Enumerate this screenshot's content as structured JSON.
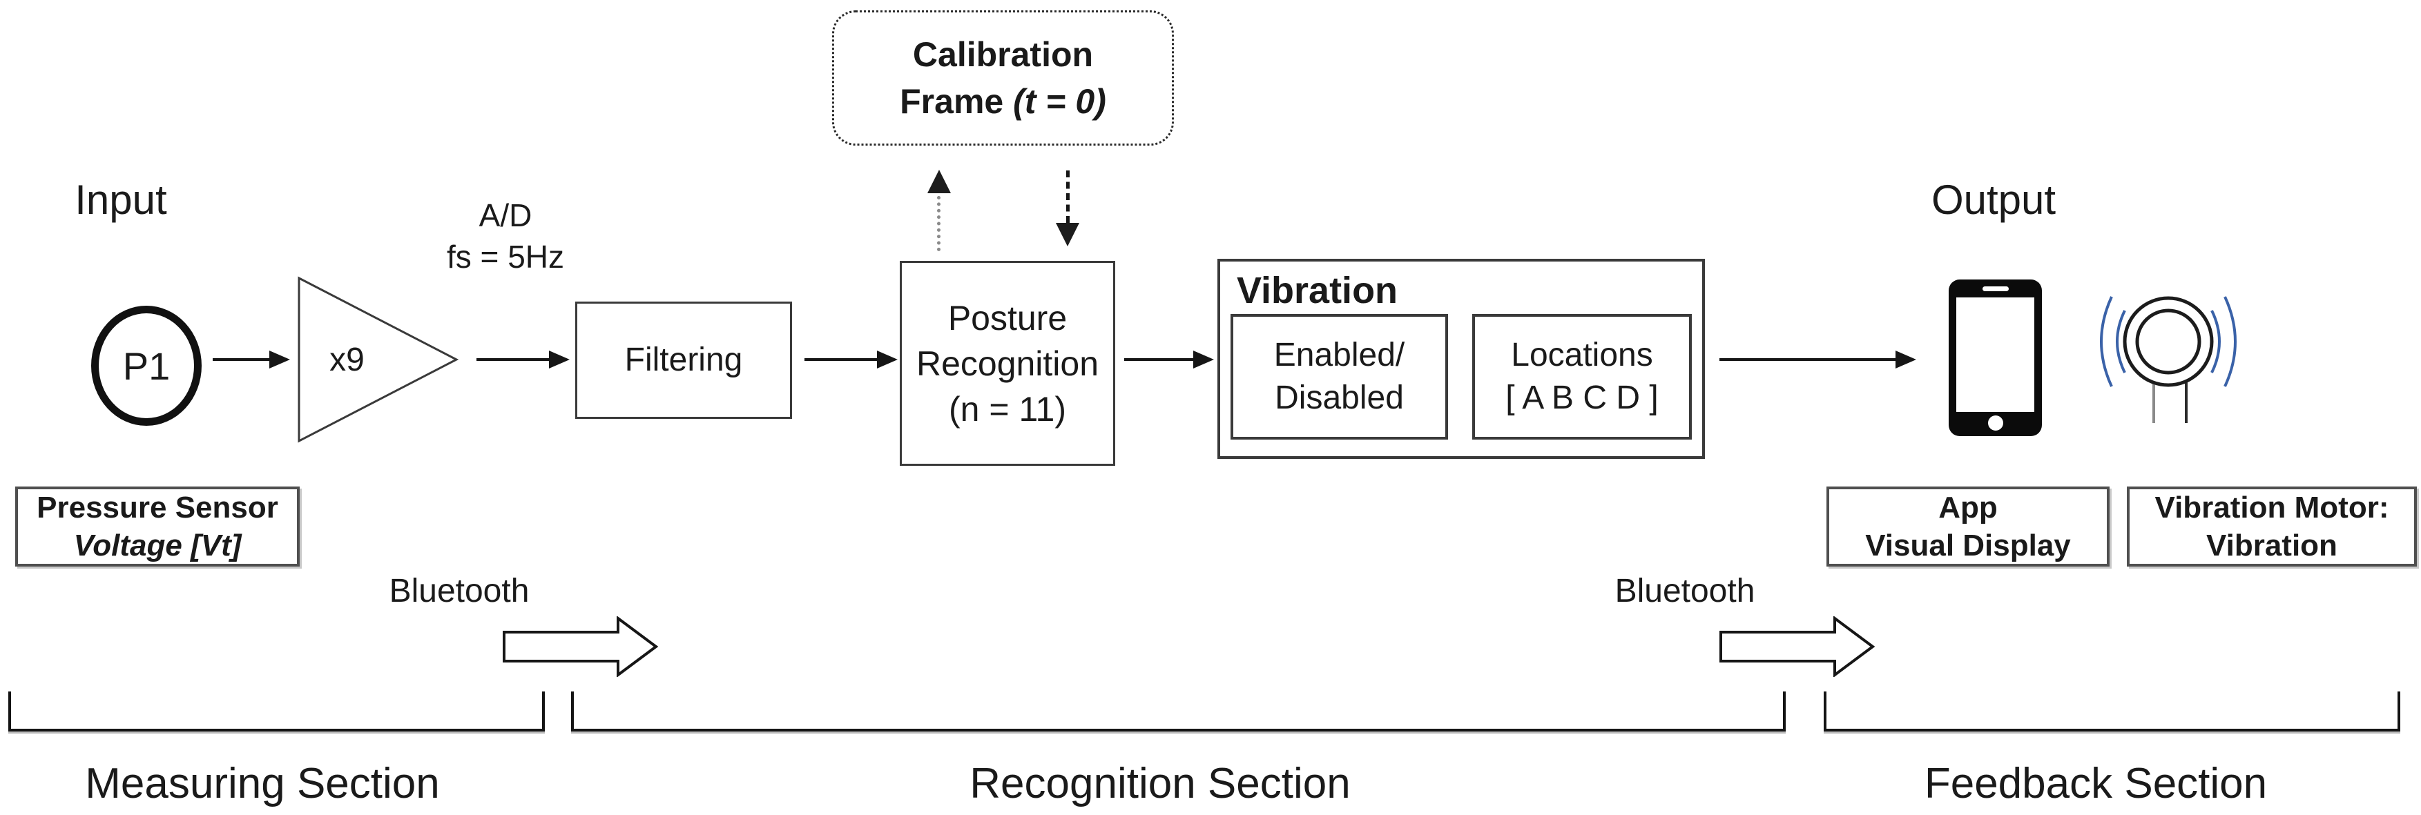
{
  "labels": {
    "input": "Input",
    "output": "Output"
  },
  "measuring": {
    "sensor": "P1",
    "sensor_caption_line1": "Pressure Sensor",
    "sensor_caption_line2": "Voltage [Vt]",
    "amplifier_gain": "x9",
    "ad_converter_line1": "A/D",
    "ad_converter_line2": "fs = 5Hz"
  },
  "recognition": {
    "filtering": "Filtering",
    "calibration": {
      "line1": "Calibration",
      "frame_prefix": "Frame ",
      "frame_time": "(t = 0)"
    },
    "posture": {
      "line1": "Posture",
      "line2": "Recognition",
      "line3": "(n = 11)"
    },
    "vibration_settings": {
      "title": "Vibration",
      "enabled_line1": "Enabled/",
      "enabled_line2": "Disabled",
      "locations_line1": "Locations",
      "locations_line2": "[ A B C D ]"
    }
  },
  "feedback": {
    "app_caption_line1": "App",
    "app_caption_line2": "Visual Display",
    "motor_caption_line1": "Vibration Motor:",
    "motor_caption_line2": "Vibration",
    "icons": {
      "smartphone": "smartphone-icon",
      "vibration_motor": "vibration-motor-icon"
    }
  },
  "bluetooth": {
    "left": "Bluetooth",
    "right": "Bluetooth"
  },
  "sections": {
    "measuring": "Measuring Section",
    "recognition": "Recognition Section",
    "feedback": "Feedback Section"
  },
  "colors": {
    "ink": "#1a1a1a",
    "wave_blue": "#3a62a8",
    "caption_border": "#4f4f4f"
  }
}
